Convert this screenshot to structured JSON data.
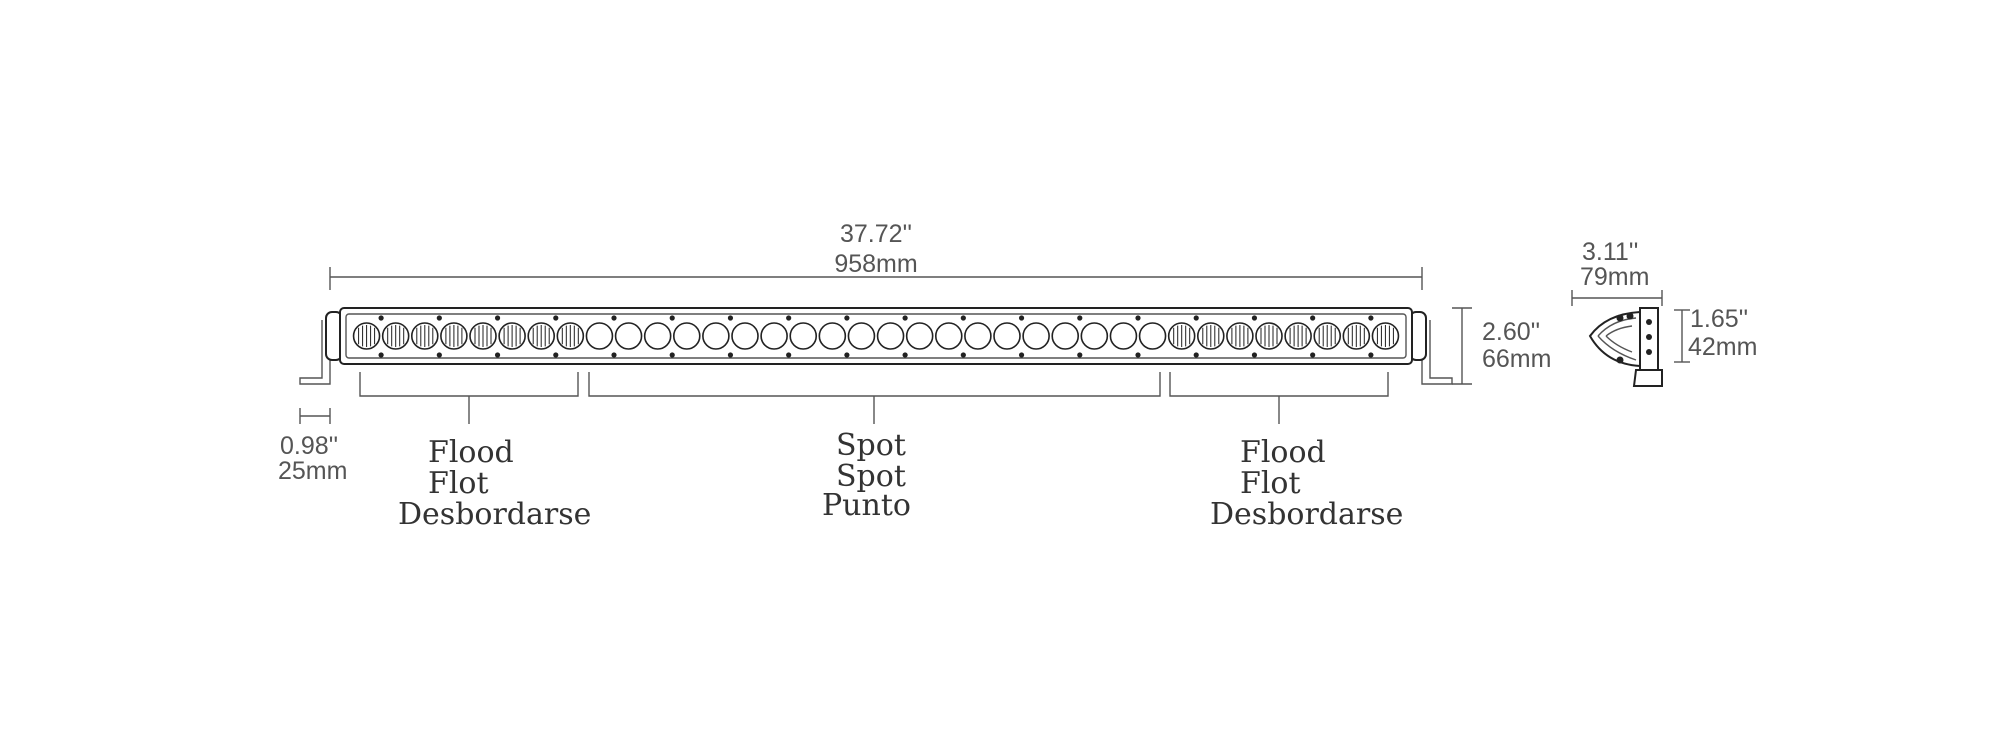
{
  "main_bar": {
    "length_in": "37.72''",
    "length_mm": "958mm",
    "height_in": "2.60''",
    "height_mm": "66mm",
    "bracket_in": "0.98''",
    "bracket_mm": "25mm",
    "flood_count_left": 8,
    "spot_count": 20,
    "flood_count_right": 8
  },
  "side_view": {
    "depth_in": "3.11''",
    "depth_mm": "79mm",
    "lens_in": "1.65''",
    "lens_mm": "42mm"
  },
  "beam_zones": {
    "left": [
      "Flood",
      "Flot",
      "Desbordarse"
    ],
    "center": [
      "Spot",
      "Spot",
      "Punto"
    ],
    "right": [
      "Flood",
      "Flot",
      "Desbordarse"
    ]
  }
}
